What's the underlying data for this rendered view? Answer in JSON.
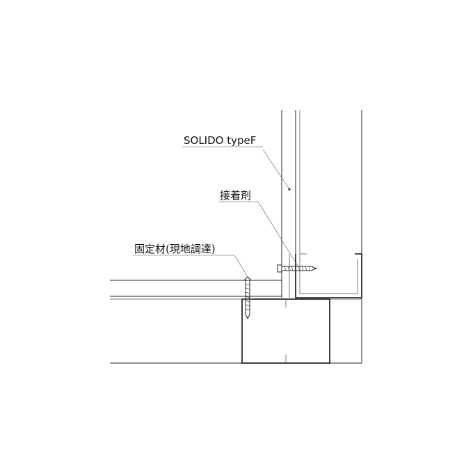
{
  "labels": {
    "panel": "SOLIDO typeF",
    "adhesive": "接着剤",
    "fixing": "固定材(現地調達)"
  },
  "colors": {
    "line": "#222222",
    "background": "#ffffff"
  }
}
